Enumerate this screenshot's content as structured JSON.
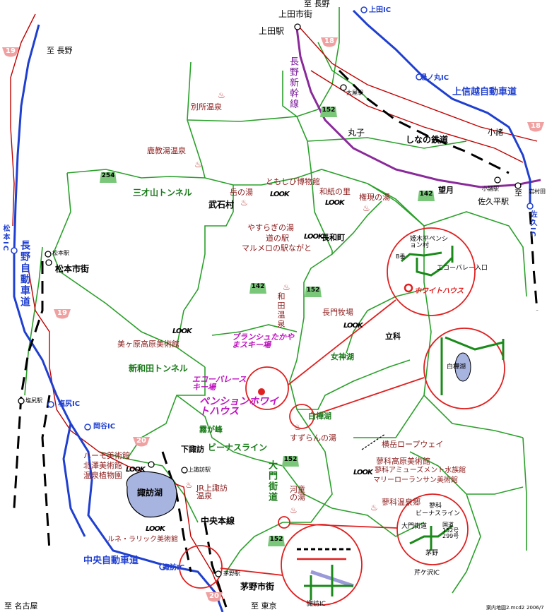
{
  "directions": {
    "to_nagano_top": "至 長野",
    "to_nagano_right": "至 長野",
    "to_komoro": "至",
    "to_nagoya": "至 名古屋",
    "to_tokyo": "至 東京"
  },
  "cities": {
    "ueda_city": "上田市街",
    "ueda_station": "上田駅",
    "matsumoto_city": "松本市街",
    "matsumoto_station": "松本駅",
    "chino_city": "茅野市街",
    "chino_station": "茅野駅",
    "shiojiri_station": "塩尻駅",
    "shimosuwa": "下諏訪",
    "kamisuwa_station": "上諏訪駅",
    "oya_station": "大屋駅",
    "komoro": "小諸",
    "komoro_station": "小諸駅",
    "sakudaira_station": "佐久平駅",
    "maruko": "丸子",
    "takeishi": "武石村",
    "nagawa": "長和町",
    "tateshina": "立科",
    "mochizuki": "望月",
    "iwamura": "岩村田"
  },
  "highways": {
    "joshinetsu": "上信越自動車道",
    "nagano_exp": "長野自動車道",
    "chuo_exp": "中央自動車道",
    "ueda_ic": "上田IC",
    "yunomaru_ic": "湯ノ丸IC",
    "saku_ic": "佐久IC",
    "matsumoto_ic": "松本IC",
    "shioziri_ic": "塩尻IC",
    "okaya_ic": "岡谷IC",
    "suwa_ic": "諏訪IC"
  },
  "rail": {
    "shinkansen": "長野新幹線",
    "shinano": "しなの鉄道",
    "chuo_line": "中央本線",
    "sanzaisan_tunnel": "三才山トンネル",
    "shinwada_tunnel": "新和田トンネル",
    "venus_line": "ビーナスライン",
    "daimon": "大門街道"
  },
  "routes": {
    "r19a": "19",
    "r19b": "19",
    "r18": "18",
    "r18b": "18",
    "r20a": "20",
    "r20b": "20",
    "r254": "254",
    "r142a": "142",
    "r142b": "142",
    "r152a": "152",
    "r152b": "152",
    "r152c": "152",
    "r152d": "152"
  },
  "spots": {
    "bessho": "別所温泉",
    "kanoyu": "鹿教湯温泉",
    "tomoshibi": "ともしび博物館",
    "takenoyu": "岳の湯",
    "washi": "和紙の里",
    "gongen": "権現の湯",
    "yasuragi": "やすらぎの湯",
    "michinoeki": "道の駅",
    "marumero": "マルメロの駅ながと",
    "wada_onsen": "和田温泉",
    "nagato_farm": "長門牧場",
    "mikahara": "美ヶ原高原美術館",
    "branche": "ブランシュたかやまスキー場",
    "ecovalley": "エコーバレースキー場",
    "pension": "ペンションホワイトハウス",
    "shirakaba": "白樺湖",
    "megami": "女神湖",
    "kirigamine": "霧が峰",
    "suzuran": "すずらんの湯",
    "kappa": "河童の湯",
    "tateshina_art": "蓼科高原美術館",
    "tateshina_amuse": "蓼科アミューズメント水族館",
    "marilyn": "マリーローランサン美術館",
    "tateshina_onsen": "蓼科温泉郷",
    "ropeway": "横岳ロープウェイ",
    "harmo": "ハーモ美術館",
    "hokuzawa": "北澤美術館",
    "onsen_plant": "温泉植物園",
    "suwako": "諏訪湖",
    "kamisuwa_onsen": "JR上諏訪温泉",
    "lune": "ルネ・ラリック美術館"
  },
  "inset": {
    "himekidaira": "姫木平ペンション村",
    "b_ban": "B番",
    "eco_entrance": "エコーバレー入口",
    "whitehouse": "ホワイトハウス",
    "shirakaba": "白樺湖",
    "tateshina": "蓼科",
    "venus": "ビーナスライン",
    "daimon": "大門街道",
    "kokudo": "国道152号299号",
    "chino": "茅野",
    "serizawa_ic": "芹ケ沢IC",
    "suwa_ic": "諏訪IC"
  },
  "footer": {
    "file": "案内地図2.mcd2",
    "date": "2006/7"
  },
  "look": "LOOK",
  "colors": {
    "highway": "#1f3fd0",
    "road": "#2aa02a",
    "prefroad": "#c00000",
    "shinkansen": "#8a2a9a",
    "rail": "#000000",
    "highlight": "#e02020"
  }
}
